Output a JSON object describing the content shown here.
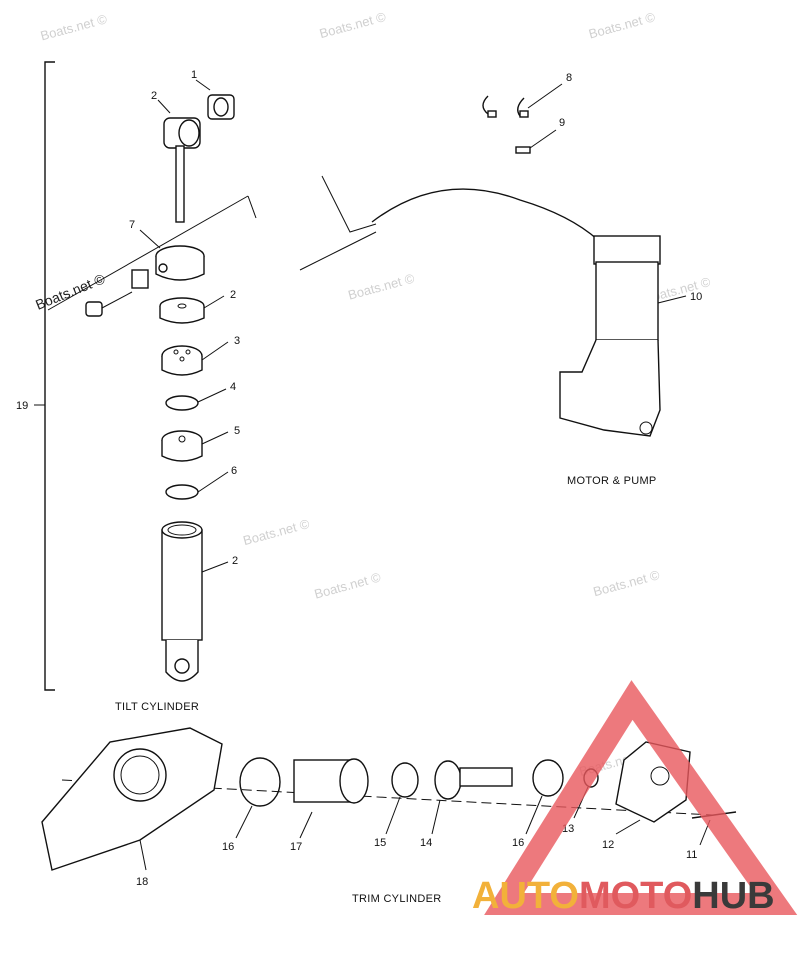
{
  "watermark": "Boats.net ©",
  "callouts": {
    "c1": "1",
    "c2a": "2",
    "c7": "7",
    "c2b": "2",
    "c3": "3",
    "c4": "4",
    "c5": "5",
    "c6": "6",
    "c2c": "2",
    "c19": "19",
    "c8": "8",
    "c9": "9",
    "c10": "10",
    "c18": "18",
    "c16a": "16",
    "c17": "17",
    "c15": "15",
    "c14": "14",
    "c16b": "16",
    "c13": "13",
    "c12": "12",
    "c11": "11"
  },
  "captions": {
    "motor_pump": "MOTOR & PUMP",
    "tilt_cylinder": "TILT CYLINDER",
    "trim_cylinder": "TRIM CYLINDER"
  },
  "logo": {
    "part1": "AUTO",
    "part2": "MOTO",
    "part3": "HUB",
    "colors": {
      "auto": "#f2b13a",
      "moto": "#e05a5e",
      "hub": "#3a3a3a",
      "triangle": "#e8585c"
    }
  }
}
